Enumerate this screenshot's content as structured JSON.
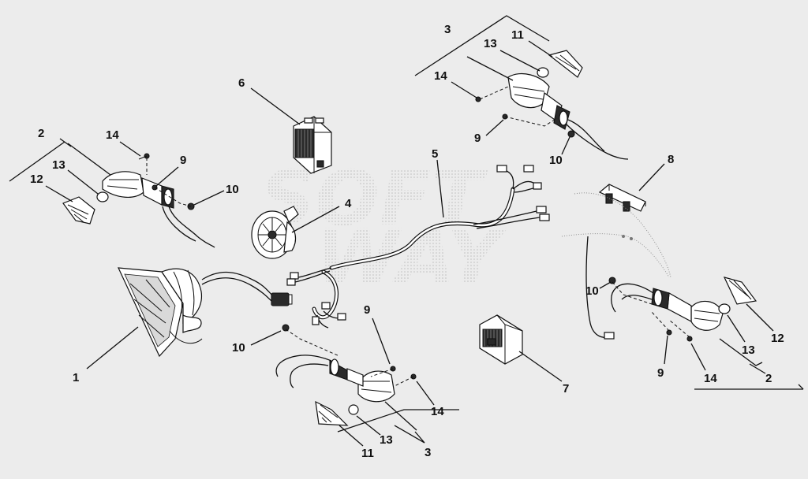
{
  "diagram": {
    "callouts": {
      "p1": "1",
      "p2_left": "2",
      "p2_right": "2",
      "p3_top": "3",
      "p3_bottom": "3",
      "p4": "4",
      "p5": "5",
      "p6": "6",
      "p7": "7",
      "p8": "8",
      "p9_left": "9",
      "p9_top": "9",
      "p9_mid": "9",
      "p9_right": "9",
      "p10_left": "10",
      "p10_top": "10",
      "p10_mid": "10",
      "p10_right": "10",
      "p11_top": "11",
      "p11_bottom": "11",
      "p12_left": "12",
      "p12_right": "12",
      "p13_left": "13",
      "p13_top": "13",
      "p13_bottom": "13",
      "p13_right": "13",
      "p14_left": "14",
      "p14_top": "14",
      "p14_bottom": "14",
      "p14_right": "14"
    },
    "watermark": "SOFT WAY"
  }
}
